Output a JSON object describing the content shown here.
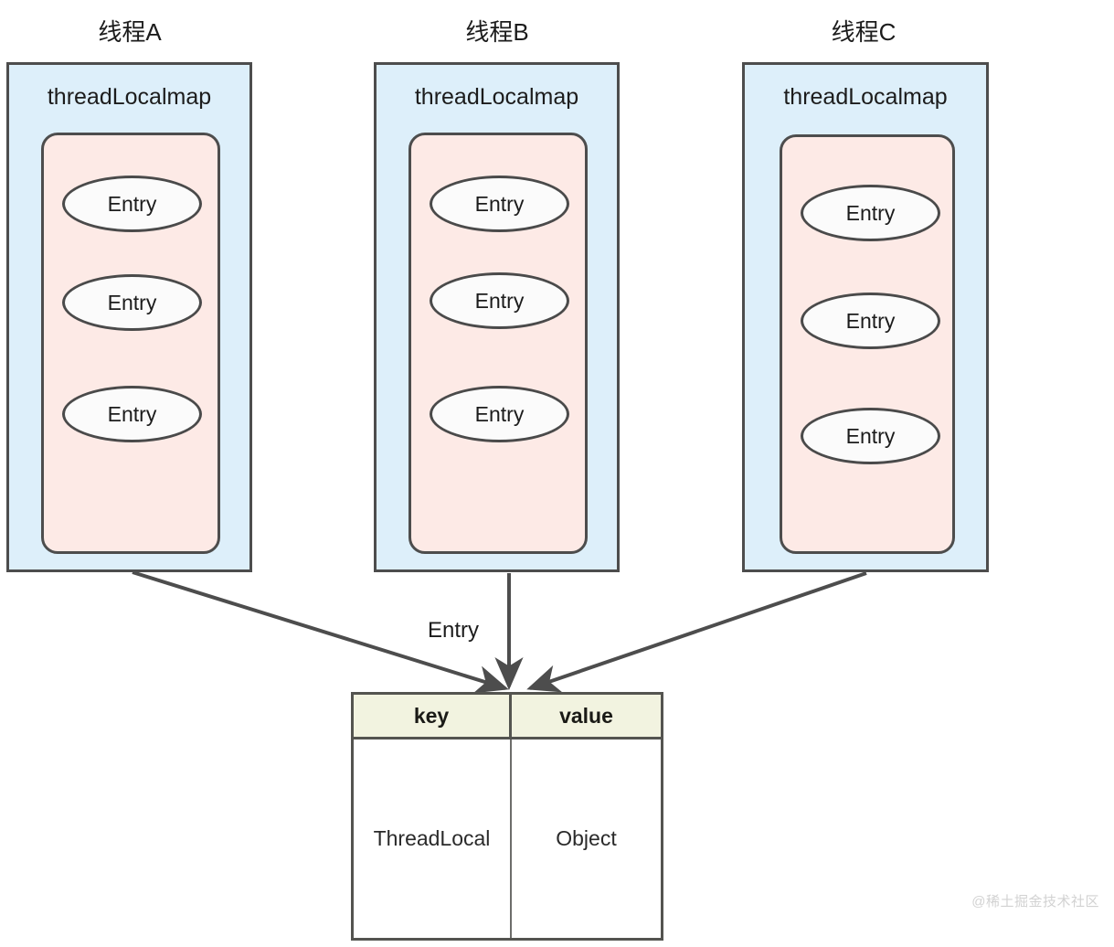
{
  "diagram": {
    "title_hidden": "ThreadLocal / ThreadLocalMap structure",
    "colors": {
      "thread_box_fill": "#ddeffa",
      "map_box_fill": "#fdeae6",
      "entry_fill": "#fbfbfb",
      "stroke": "#4d4d4d",
      "table_header_fill": "#f2f3e0",
      "table_stroke": "#545450"
    },
    "threads": [
      {
        "title": "线程A",
        "map_label": "threadLocalmap",
        "entries": [
          {
            "label": "Entry"
          },
          {
            "label": "Entry"
          },
          {
            "label": "Entry"
          }
        ]
      },
      {
        "title": "线程B",
        "map_label": "threadLocalmap",
        "entries": [
          {
            "label": "Entry"
          },
          {
            "label": "Entry"
          },
          {
            "label": "Entry"
          }
        ]
      },
      {
        "title": "线程C",
        "map_label": "threadLocalmap",
        "entries": [
          {
            "label": "Entry"
          },
          {
            "label": "Entry"
          },
          {
            "label": "Entry"
          }
        ]
      }
    ],
    "edge_label": "Entry",
    "entry_table": {
      "headers": [
        "key",
        "value"
      ],
      "rows": [
        {
          "key": "ThreadLocal",
          "value": "Object"
        }
      ]
    },
    "watermark": "@稀土掘金技术社区"
  }
}
